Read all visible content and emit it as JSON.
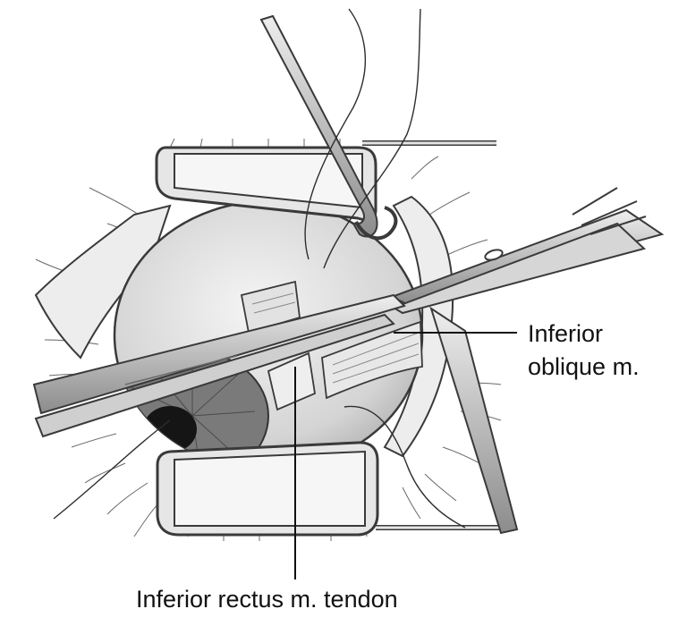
{
  "labels": {
    "inferior_oblique_line1": "Inferior",
    "inferior_oblique_line2": "oblique m.",
    "inferior_rectus_tendon": "Inferior rectus m. tendon"
  },
  "colors": {
    "outline": "#3a3a3a",
    "retractor_fill": "#e6e6e6",
    "globe_fill": "#d9d9d9",
    "instrument_fill": "#cfcfcf",
    "iris_fill": "#6e6e6e",
    "pupil_fill": "#151515",
    "leader_line": "#111111"
  },
  "icons": [
    "eyelid-speculum",
    "surgical-forceps",
    "surgical-scissors",
    "muscle-hook",
    "muscle-tendon"
  ]
}
